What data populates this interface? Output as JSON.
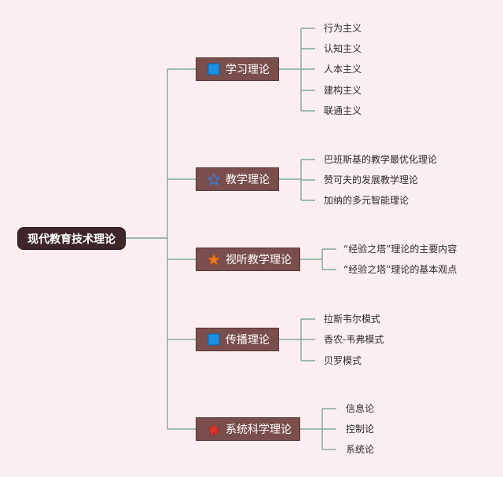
{
  "root": {
    "label": "现代教育技术理论"
  },
  "branches": [
    {
      "label": "学习理论",
      "icon": "blue-square-icon",
      "leaves": [
        "行为主义",
        "认知主义",
        "人本主义",
        "建构主义",
        "联通主义"
      ]
    },
    {
      "label": "教学理论",
      "icon": "blue-star-outline-icon",
      "leaves": [
        "巴班斯基的教学最优化理论",
        "赞可夫的发展教学理论",
        "加纳的多元智能理论"
      ]
    },
    {
      "label": "视听教学理论",
      "icon": "orange-star-icon",
      "leaves": [
        "“经验之塔”理论的主要内容",
        "“经验之塔”理论的基本观点"
      ]
    },
    {
      "label": "传播理论",
      "icon": "blue-square-icon",
      "leaves": [
        "拉斯韦尔模式",
        "香农-韦弗模式",
        "贝罗模式"
      ]
    },
    {
      "label": "系统科学理论",
      "icon": "red-figure-icon",
      "leaves": [
        "信息论",
        "控制论",
        "系统论"
      ]
    }
  ],
  "colors": {
    "background": "#fbeef0",
    "root": "#3f2628",
    "branch": "#7a4e4c",
    "connector": "#7fa898"
  }
}
